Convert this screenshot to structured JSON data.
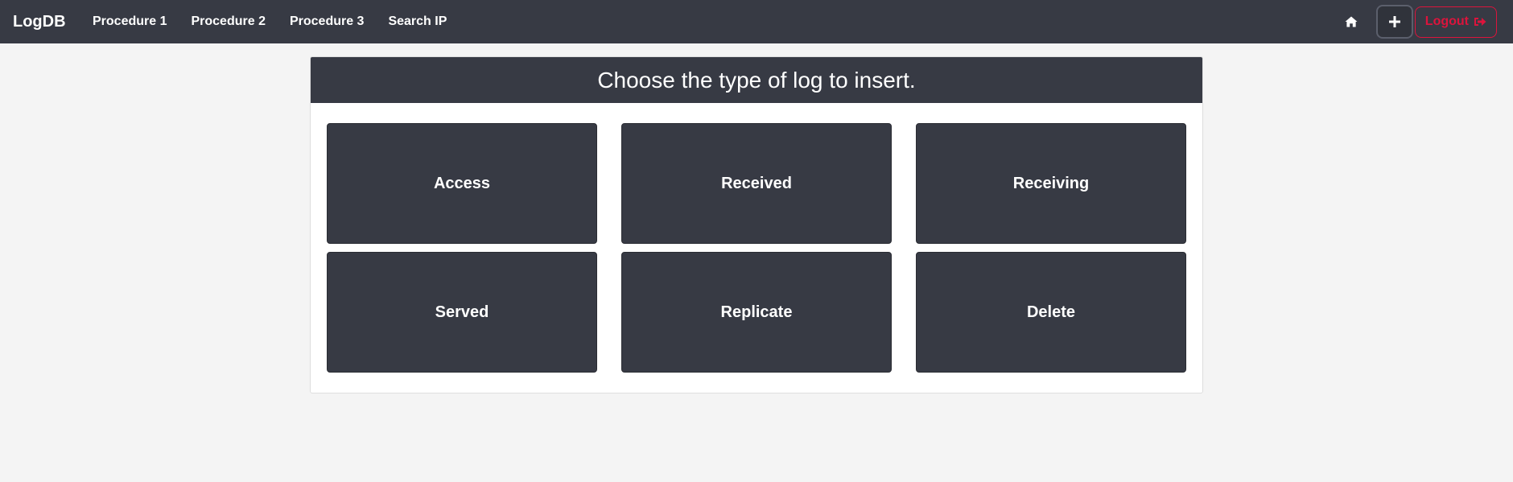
{
  "navbar": {
    "brand": "LogDB",
    "links": [
      {
        "label": "Procedure 1"
      },
      {
        "label": "Procedure 2"
      },
      {
        "label": "Procedure 3"
      },
      {
        "label": "Search IP"
      }
    ],
    "home_icon": "home-icon",
    "add_icon": "plus-icon",
    "logout_label": "Logout",
    "logout_icon": "sign-out-icon",
    "logout_color": "#dc143c",
    "background_color": "#373a44"
  },
  "card": {
    "title": "Choose the type of log to insert.",
    "tiles": [
      {
        "label": "Access"
      },
      {
        "label": "Received"
      },
      {
        "label": "Receiving"
      },
      {
        "label": "Served"
      },
      {
        "label": "Replicate"
      },
      {
        "label": "Delete"
      }
    ]
  }
}
